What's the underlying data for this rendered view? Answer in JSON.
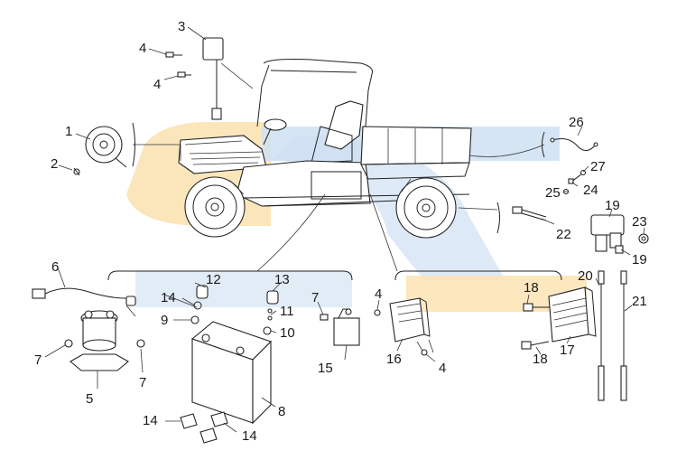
{
  "diagram": {
    "callouts": [
      {
        "id": "c1",
        "text": "1"
      },
      {
        "id": "c2",
        "text": "2"
      },
      {
        "id": "c3",
        "text": "3"
      },
      {
        "id": "c4a",
        "text": "4"
      },
      {
        "id": "c4b",
        "text": "4"
      },
      {
        "id": "c4c",
        "text": "4"
      },
      {
        "id": "c4d",
        "text": "4"
      },
      {
        "id": "c5",
        "text": "5"
      },
      {
        "id": "c6",
        "text": "6"
      },
      {
        "id": "c7a",
        "text": "7"
      },
      {
        "id": "c7b",
        "text": "7"
      },
      {
        "id": "c7c",
        "text": "7"
      },
      {
        "id": "c8",
        "text": "8"
      },
      {
        "id": "c9",
        "text": "9"
      },
      {
        "id": "c10",
        "text": "10"
      },
      {
        "id": "c11",
        "text": "11"
      },
      {
        "id": "c12",
        "text": "12"
      },
      {
        "id": "c13",
        "text": "13"
      },
      {
        "id": "c14a",
        "text": "14"
      },
      {
        "id": "c14b",
        "text": "14"
      },
      {
        "id": "c14c",
        "text": "14"
      },
      {
        "id": "c15",
        "text": "15"
      },
      {
        "id": "c16",
        "text": "16"
      },
      {
        "id": "c17",
        "text": "17"
      },
      {
        "id": "c18a",
        "text": "18"
      },
      {
        "id": "c18b",
        "text": "18"
      },
      {
        "id": "c19a",
        "text": "19"
      },
      {
        "id": "c19b",
        "text": "19"
      },
      {
        "id": "c20",
        "text": "20"
      },
      {
        "id": "c21",
        "text": "21"
      },
      {
        "id": "c22",
        "text": "22"
      },
      {
        "id": "c23",
        "text": "23"
      },
      {
        "id": "c24",
        "text": "24"
      },
      {
        "id": "c25",
        "text": "25"
      },
      {
        "id": "c26",
        "text": "26"
      },
      {
        "id": "c27",
        "text": "27"
      }
    ]
  },
  "colors": {
    "watermark_orange": "#fbe3b4",
    "watermark_blue": "#cfe0f2",
    "line": "#222222"
  }
}
